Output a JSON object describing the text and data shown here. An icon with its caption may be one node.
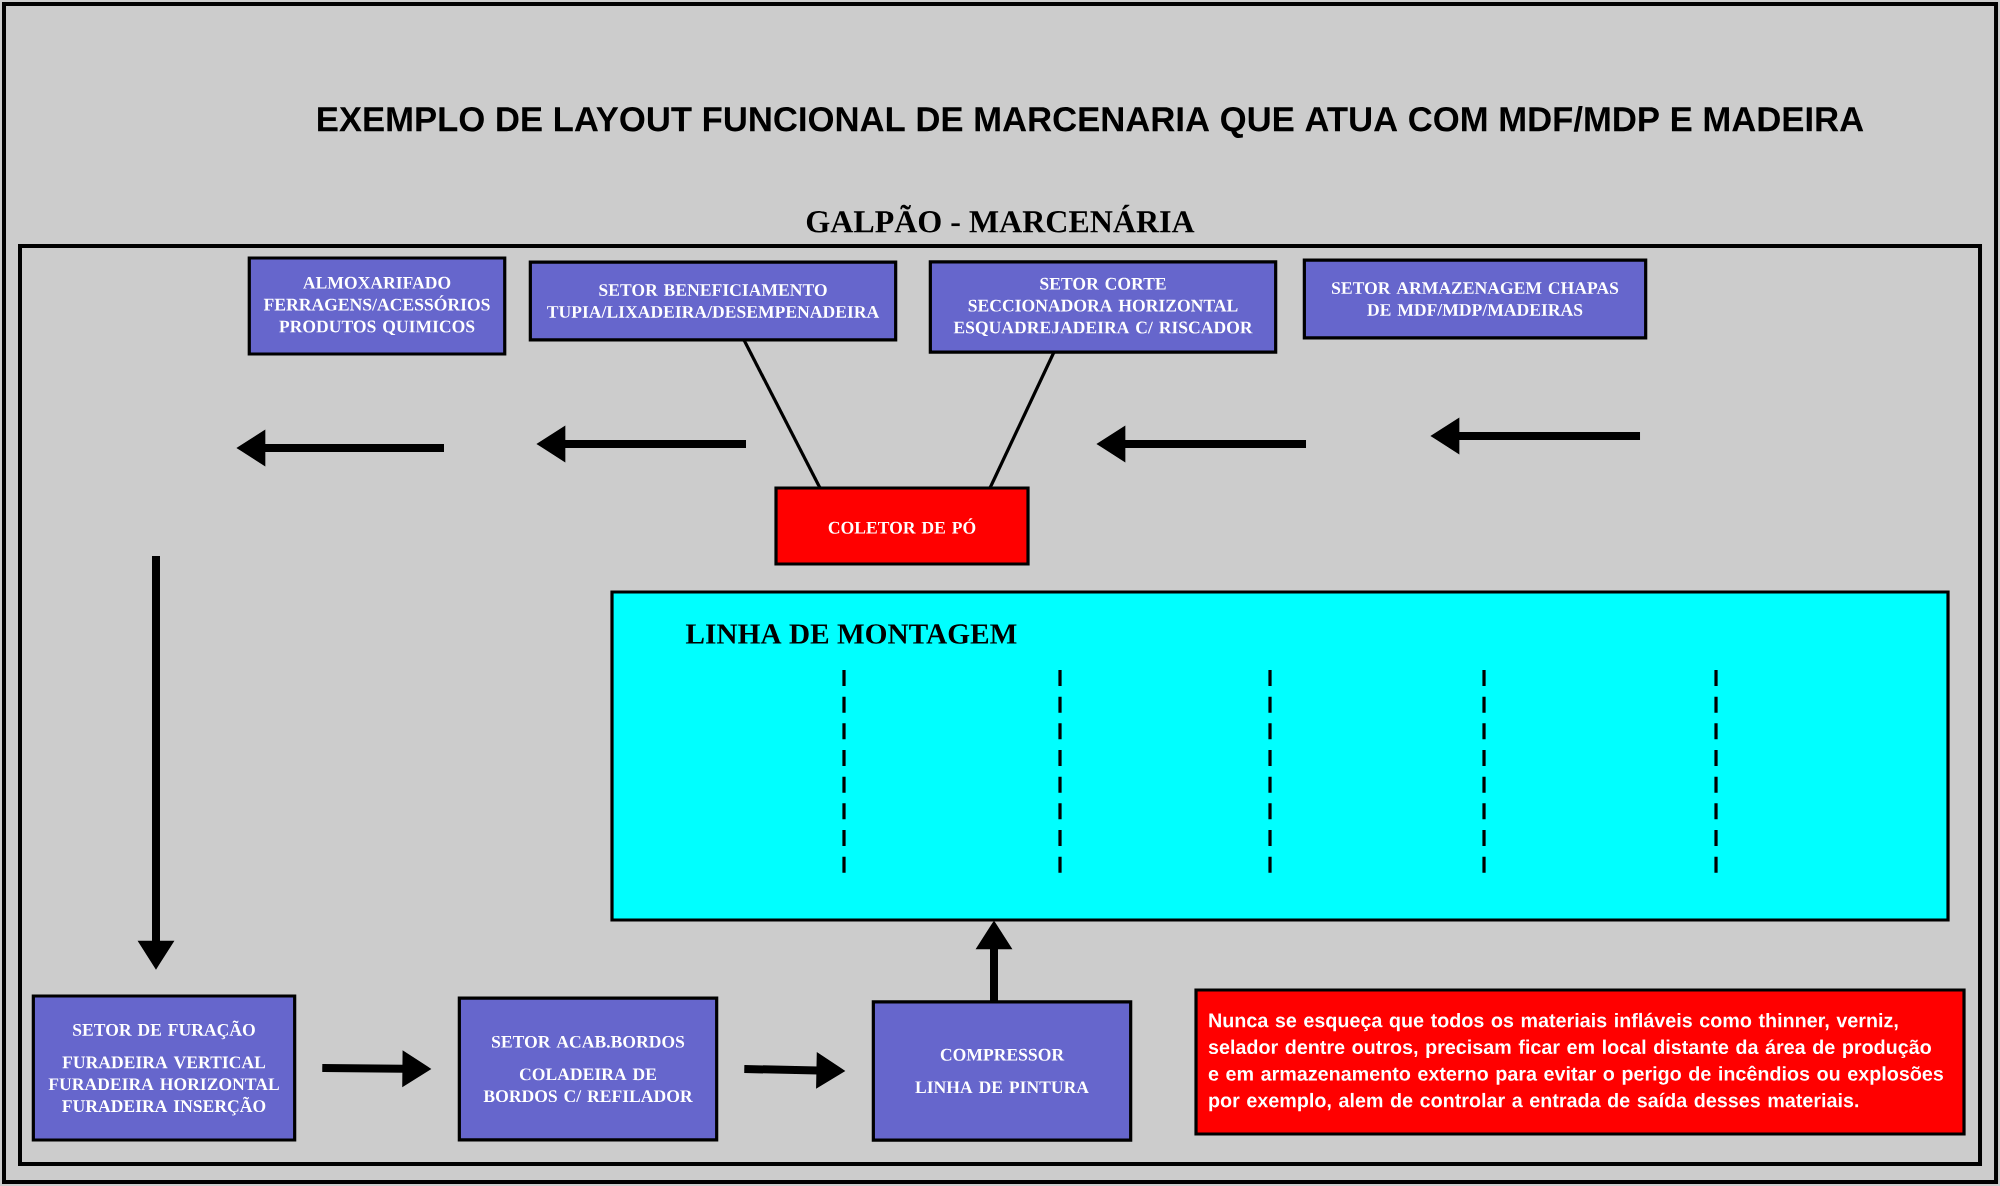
{
  "diagram": {
    "title": "EXEMPLO DE LAYOUT FUNCIONAL DE MARCENARIA QUE ATUA COM MDF/MDP E MADEIRA",
    "nodes": [
      {
        "text": [
          "GALPÃO - MARCENÁRIA"
        ]
      },
      {
        "text": [
          "ALMOXARIFADO FERRAGENS/ACESSÓRIOS PRODUTOS QUIMICOS"
        ],
        "in": 0
      },
      {
        "text": [
          "SETOR BENEFICIAMENTO TUPIA/LIXADEIRA/DESEMPENADEIRA"
        ],
        "in": 0
      },
      {
        "text": [
          "SETOR CORTE SECCIONADORA HORIZONTAL ESQUADREJADEIRA C/ RISCADOR"
        ],
        "in": 0
      },
      {
        "text": [
          "SETOR ARMAZENAGEM CHAPAS DE MDF/MDP/MADEIRAS"
        ],
        "in": 0
      },
      {
        "text": [
          "COLETOR DE PÓ"
        ],
        "in": 0
      },
      {
        "text": [
          "LINHA DE MONTAGEM"
        ],
        "in": 0
      },
      {
        "text": [
          "SETOR DE FURAÇÃO",
          "FURADEIRA VERTICAL FURADEIRA HORIZONTAL FURADEIRA INSERÇÃO"
        ],
        "in": 0
      },
      {
        "text": [
          "SETOR ACAB.BORDOS",
          "COLADEIRA DE BORDOS C/ REFILADOR"
        ],
        "in": 0
      },
      {
        "text": [
          "COMPRESSOR",
          "LINHA DE PINTURA"
        ],
        "in": 0
      },
      {
        "text": [
          "Nunca se esqueça que todos os materiais infláveis como thinner, verniz, selador dentre outros, precisam ficar em local distante da área de produção e em armazenamento externo para evitar o perigo de incêndios ou explosões por exemplo, alem de controlar a entrada de saída desses materiais."
        ],
        "in": 0
      }
    ],
    "edges": [
      {
        "from": 2,
        "to": 5,
        "arrow": "none"
      },
      {
        "from": 3,
        "to": 5,
        "arrow": "none"
      },
      {
        "from": 7,
        "to": 8,
        "arrow": "to"
      },
      {
        "from": 8,
        "to": 9,
        "arrow": "to"
      },
      {
        "from": 9,
        "to": 6,
        "arrow": "to"
      }
    ]
  }
}
